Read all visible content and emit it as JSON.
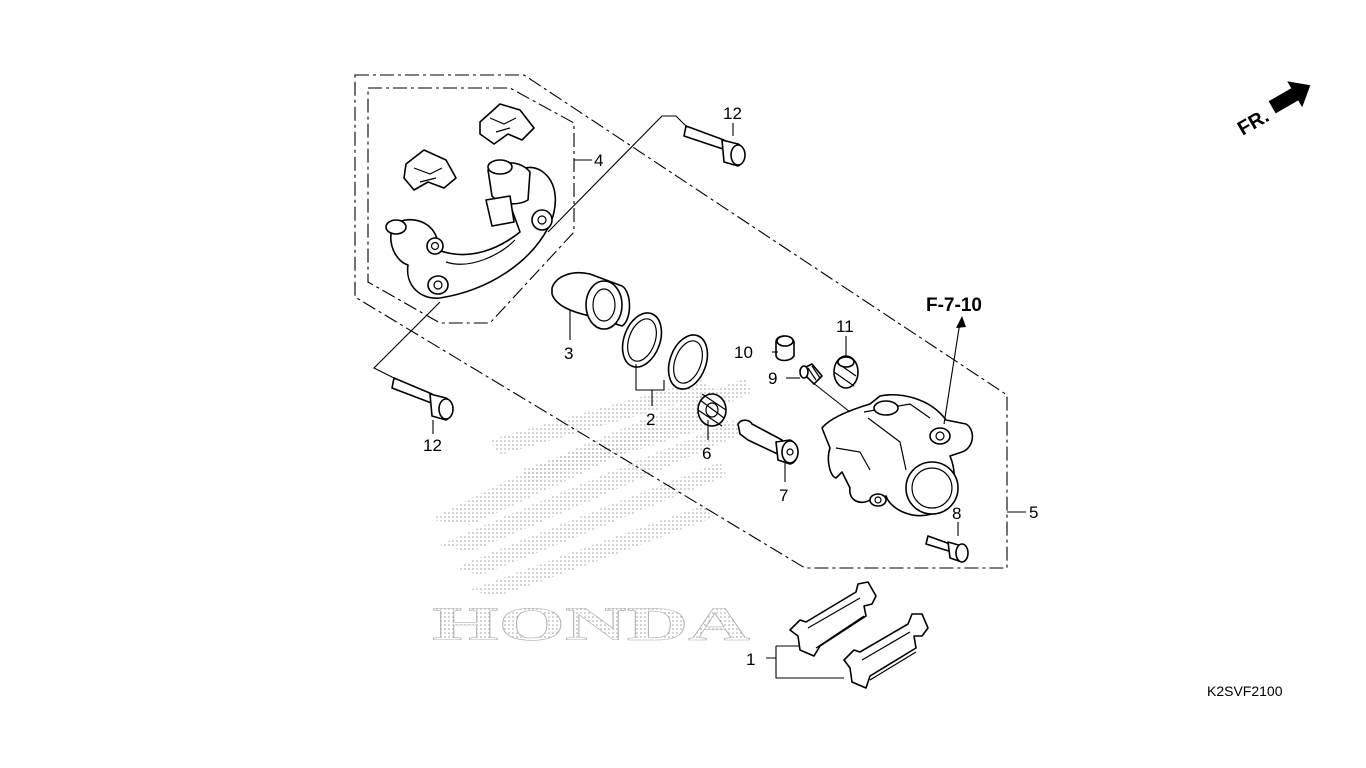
{
  "diagram": {
    "diagram_code": "K2SVF2100",
    "front_marker": "FR.",
    "reference": "F-7-10",
    "watermark_brand": "HONDA",
    "callouts": [
      {
        "id": "1",
        "text": "1"
      },
      {
        "id": "2",
        "text": "2"
      },
      {
        "id": "3",
        "text": "3"
      },
      {
        "id": "4",
        "text": "4"
      },
      {
        "id": "5",
        "text": "5"
      },
      {
        "id": "6",
        "text": "6"
      },
      {
        "id": "7",
        "text": "7"
      },
      {
        "id": "8",
        "text": "8"
      },
      {
        "id": "9",
        "text": "9"
      },
      {
        "id": "10",
        "text": "10"
      },
      {
        "id": "11",
        "text": "11"
      },
      {
        "id": "12a",
        "text": "12"
      },
      {
        "id": "12b",
        "text": "12"
      }
    ]
  }
}
